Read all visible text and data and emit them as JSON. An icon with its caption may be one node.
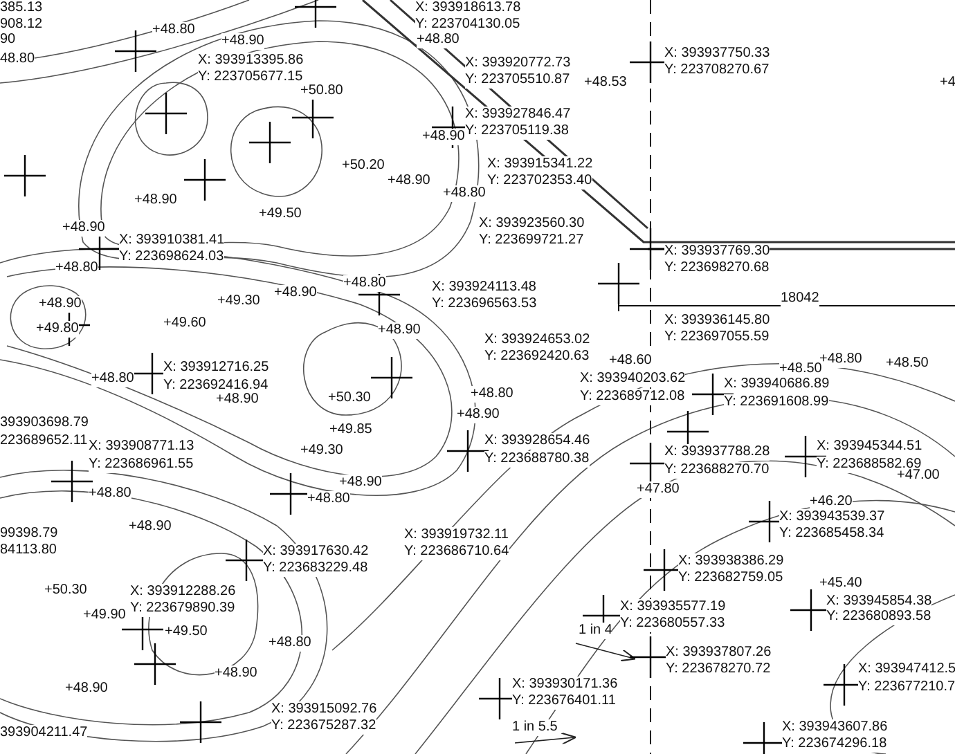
{
  "diagram": {
    "labels": [
      "385.13",
      "X: 393918613.78",
      "Y: 223704130.05",
      "908.12",
      "+48.80",
      "90",
      "+48.90",
      "+48.80",
      "48.80",
      "X: 393913395.86",
      "X: 393937750.33",
      "Y: 223708270.67",
      "X: 393920772.73",
      "Y: 223705677.15",
      "Y: 223705510.87",
      "+48.53",
      "+4",
      "+50.80",
      "X: 393927846.47",
      "Y: 223705119.38",
      "+48.90",
      "X: 393915341.22",
      "+50.20",
      "Y: 223702353.40",
      "+48.90",
      "+48.80",
      "+48.90",
      "+49.50",
      "X: 393923560.30",
      "+48.90",
      "Y: 223699721.27",
      "X: 393910381.41",
      "X: 393937769.30",
      "Y: 223698624.03",
      "Y: 223698270.68",
      "+48.80",
      "+48.80",
      "X: 393924113.48",
      "+48.90",
      "18042",
      "+49.30",
      "Y: 223696563.53",
      "+48.90",
      "X: 393936145.80",
      "+49.60",
      "+49.80",
      "+48.90",
      "Y: 223697055.59",
      "X: 393924653.02",
      "Y: 223692420.63",
      "+48.60",
      "+48.80",
      "+48.50",
      "X: 393912716.25",
      "+48.50",
      "X: 393940203.62",
      "+48.80",
      "Y: 223692416.94",
      "X: 393940686.89",
      "+48.80",
      "Y: 223689712.08",
      "+50.30",
      "+48.90",
      "Y: 223691608.99",
      "+48.90",
      "393903698.79",
      "+49.85",
      "X: 393928654.46",
      "223689652.11",
      "X: 393908771.13",
      "X: 393945344.51",
      "+49.30",
      "X: 393937788.28",
      "Y: 223688780.38",
      "Y: 223686961.55",
      "Y: 223688582.69",
      "Y: 223688270.70",
      "+47.00",
      "+48.90",
      "+47.80",
      "+48.80",
      "+48.80",
      "+46.20",
      "X: 393943539.37",
      "+48.90",
      "99398.79",
      "Y: 223685458.34",
      "X: 393919732.11",
      "84113.80",
      "Y: 223686710.64",
      "X: 393917630.42",
      "X: 393938386.29",
      "Y: 223683229.48",
      "Y: 223682759.05",
      "+50.30",
      "X: 393912288.26",
      "+45.40",
      "X: 393945854.38",
      "X: 393935577.19",
      "Y: 223679890.39",
      "+49.90",
      "Y: 223680893.58",
      "Y: 223680557.33",
      "+49.50",
      "1 in 4",
      "+48.80",
      "X: 393937807.26",
      "Y: 223678270.72",
      "X: 393947412.5",
      "+48.90",
      "X: 393930171.36",
      "Y: 223677210.7",
      "+48.90",
      "Y: 223676401.11",
      "X: 393915092.76",
      "Y: 223675287.32",
      "1 in 5.5",
      "X: 393943607.86",
      "393904211.47",
      "Y: 223674296.18"
    ]
  }
}
